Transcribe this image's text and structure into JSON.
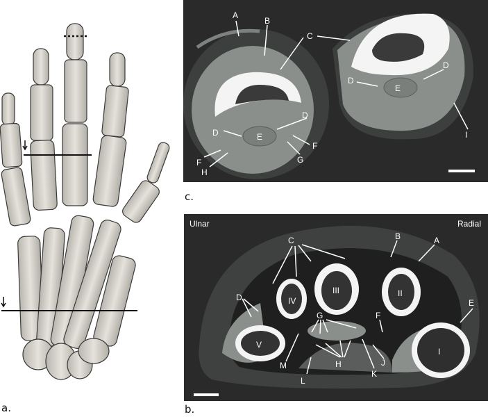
{
  "figure": {
    "panels": {
      "a": {
        "label": "a.",
        "description": "3D rendering of hand skeleton with section lines",
        "markers": {
          "dotted_line": "fingertip level",
          "arrow_lines": 2
        }
      },
      "b": {
        "label": "b.",
        "orientation_left": "Ulnar",
        "orientation_right": "Radial",
        "bones": [
          "I",
          "II",
          "III",
          "IV",
          "V"
        ],
        "annotations": [
          "A",
          "B",
          "C",
          "D",
          "E",
          "F",
          "G",
          "H",
          "J",
          "K",
          "L",
          "M"
        ]
      },
      "c": {
        "label": "c.",
        "annotations": [
          "A",
          "B",
          "C",
          "D",
          "D",
          "E",
          "F",
          "G",
          "H",
          "D",
          "D",
          "E",
          "I"
        ]
      }
    },
    "colors": {
      "ct_background": "#2a2a2a",
      "soft_tissue": "#8a8f8c",
      "bone": "#f4f4f4",
      "marrow": "#3a3a3a",
      "bone_render": "#d8d6cf",
      "label": "#ffffff"
    },
    "scale_bar": "white horizontal bar"
  }
}
